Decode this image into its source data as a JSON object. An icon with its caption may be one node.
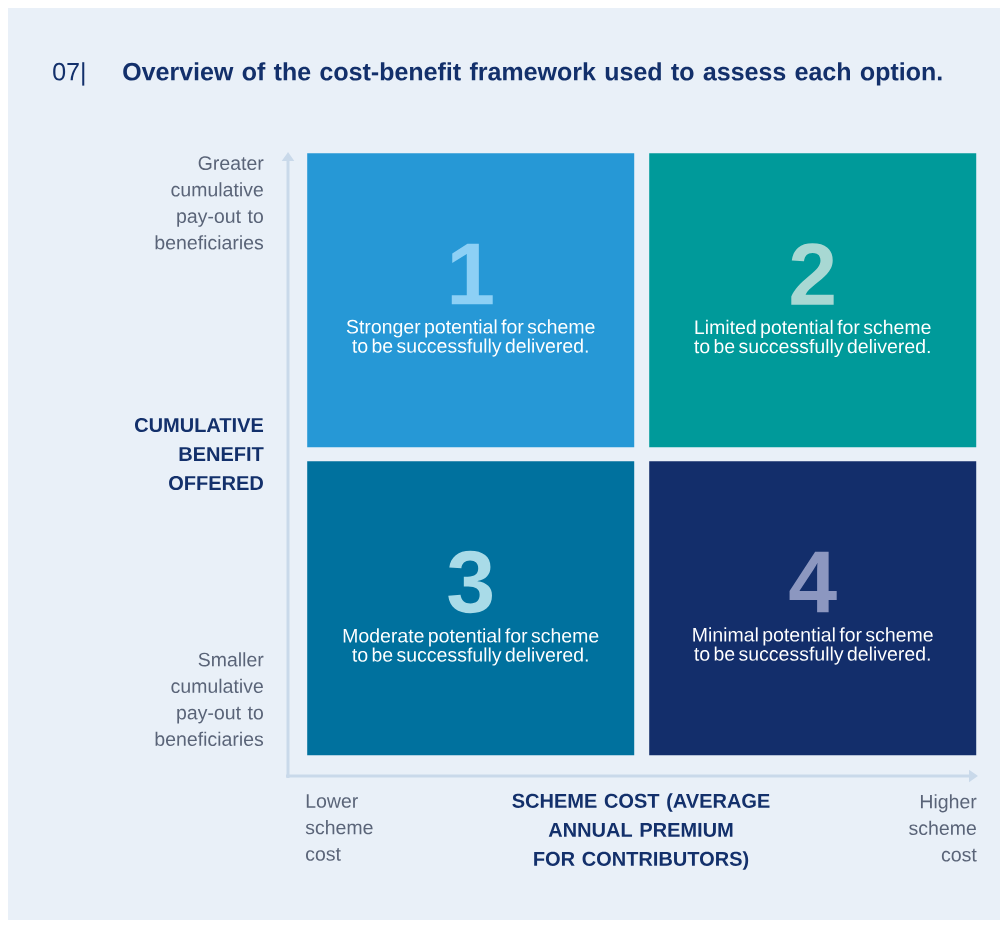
{
  "diagram": {
    "title": "Overview of the cost-benefit framework used to assess each option.",
    "nodes": [
      {
        "text": [
          "1",
          "Stronger potential for scheme to be successfully delivered."
        ]
      },
      {
        "text": [
          "2",
          "Limited potential for scheme to be successfully delivered."
        ]
      },
      {
        "text": [
          "3",
          "Moderate potential for scheme to be successfully delivered."
        ]
      },
      {
        "text": [
          "4",
          "Minimal potential for scheme to be successfully delivered."
        ]
      }
    ],
    "labels": [
      "07|",
      "Greater cumulative pay-out to beneficiaries",
      "CUMULATIVE BENEFIT OFFERED",
      "Smaller cumulative pay-out to beneficiaries",
      "Lower scheme cost",
      "SCHEME COST (AVERAGE ANNUAL PREMIUM FOR CONTRIBUTORS)",
      "Higher scheme cost"
    ]
  }
}
